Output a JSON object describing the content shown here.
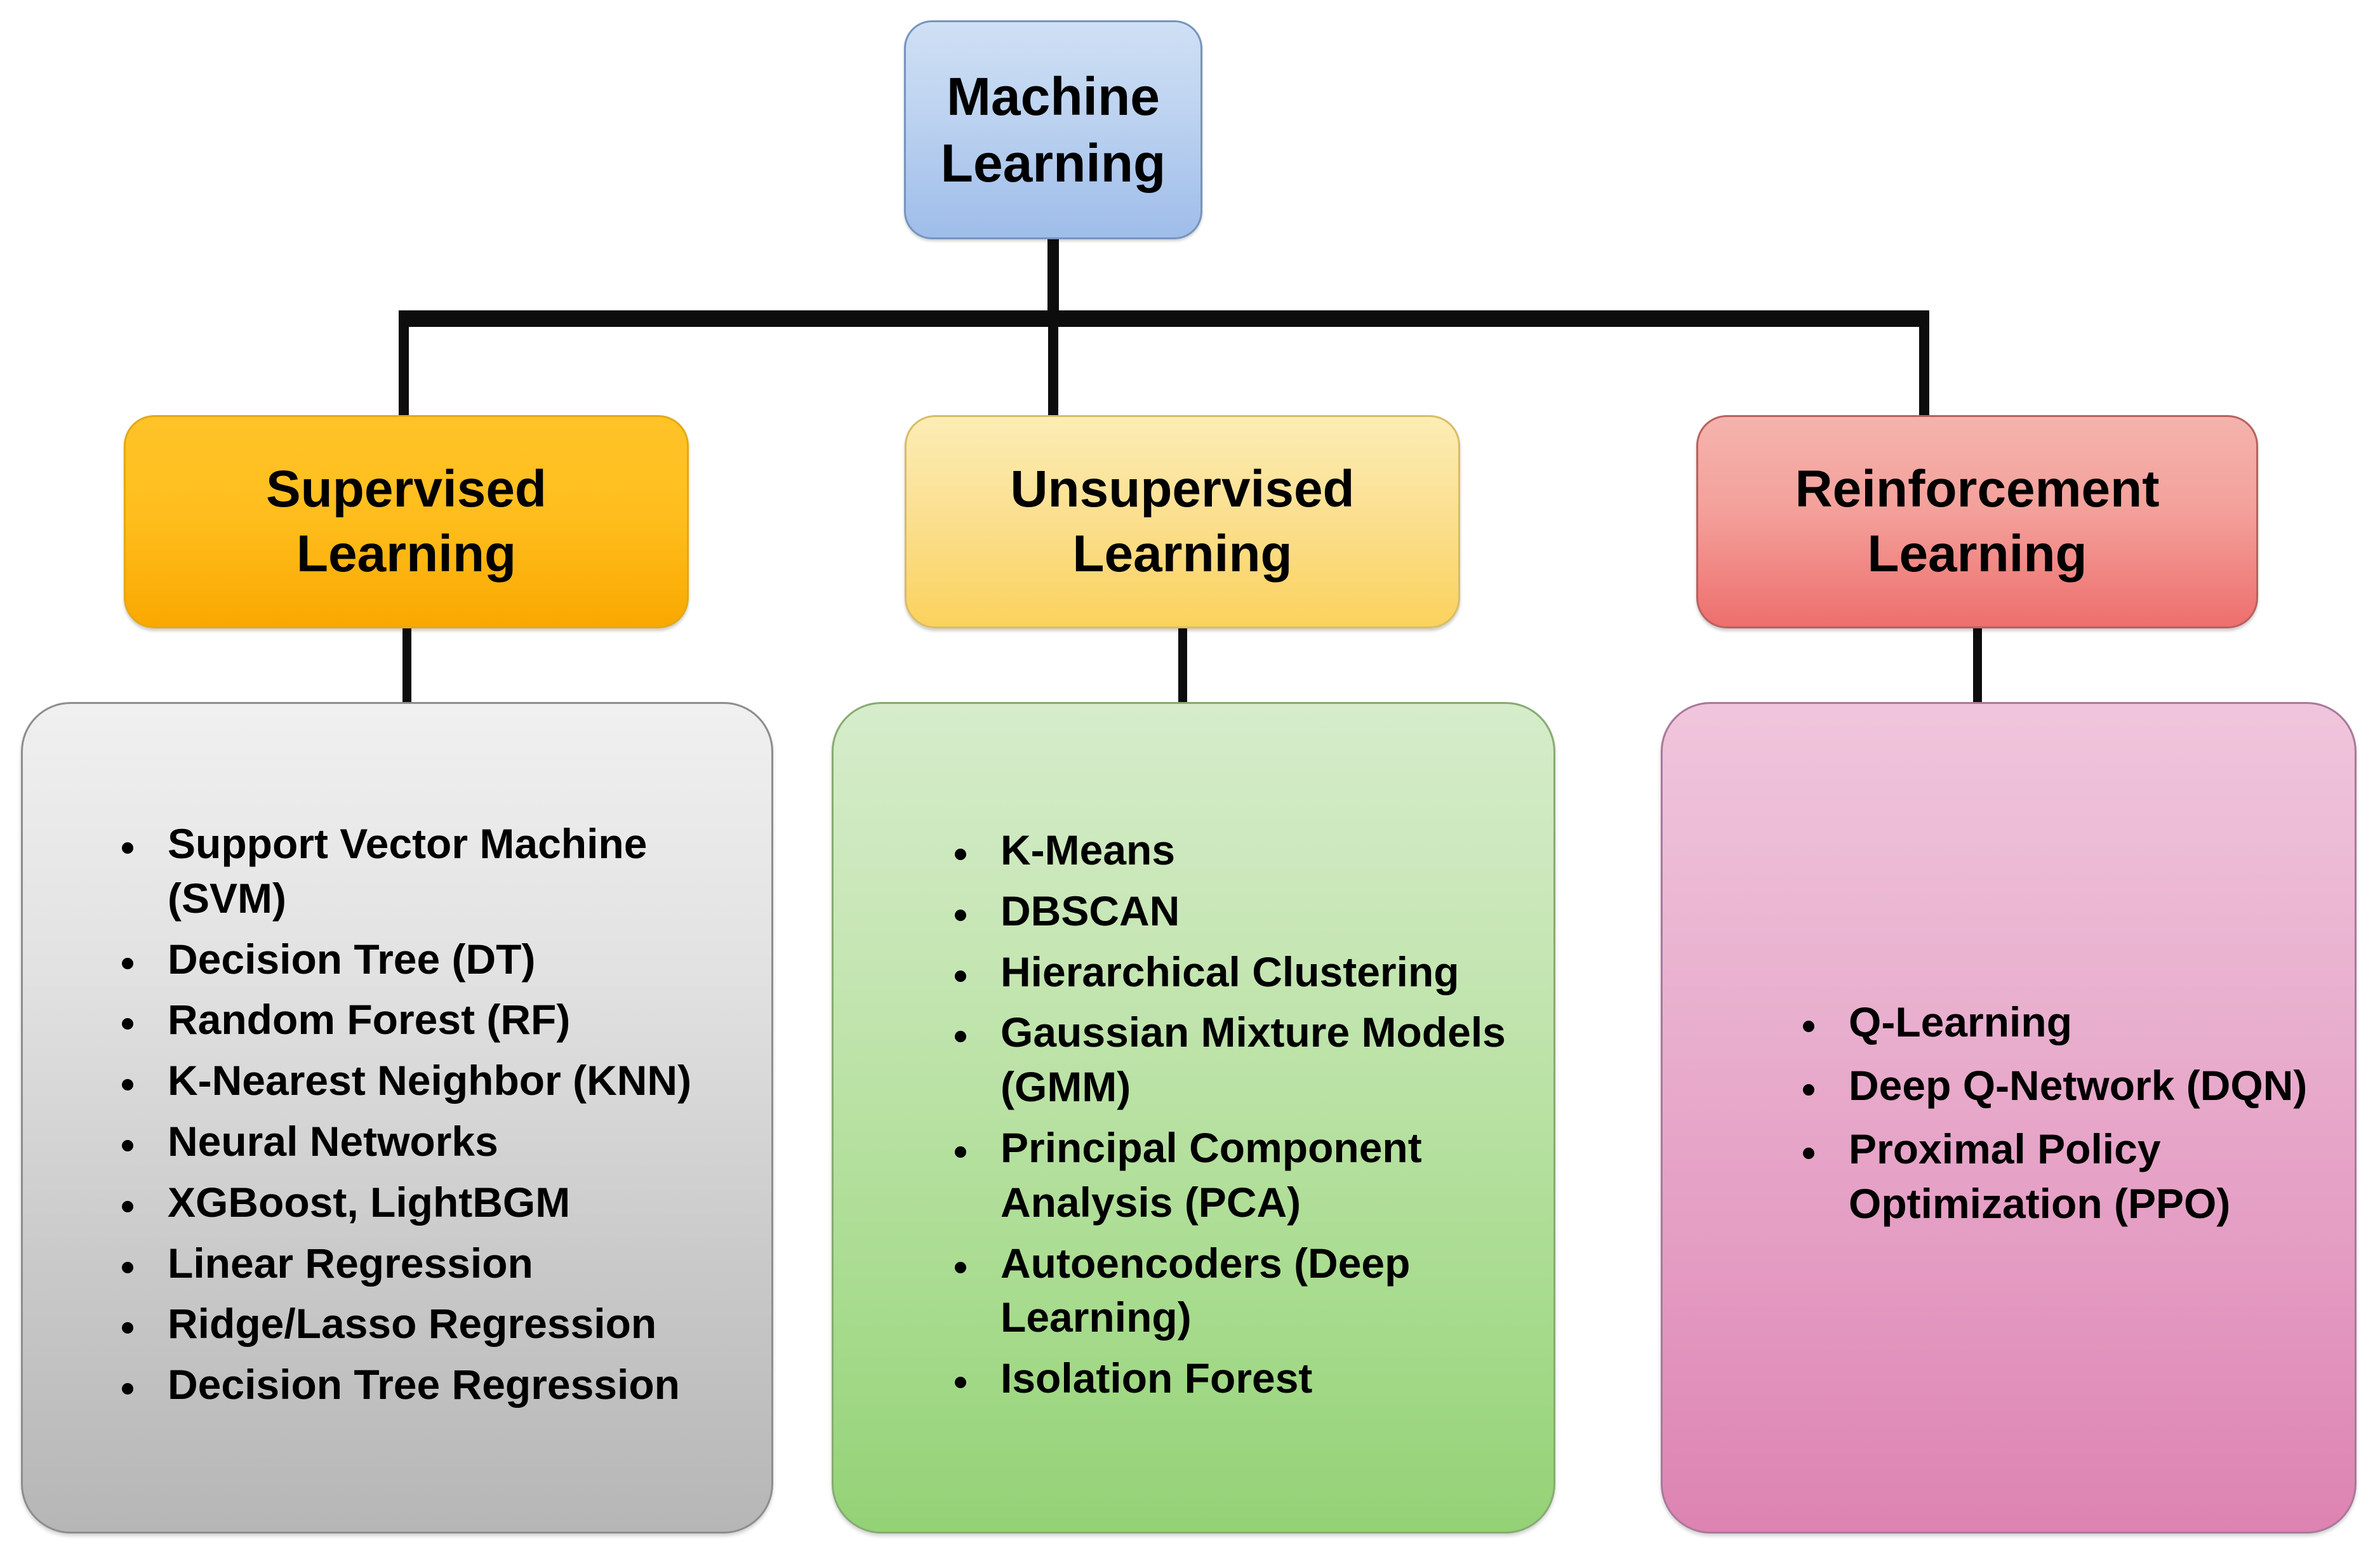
{
  "diagram": {
    "title": "Machine Learning taxonomy",
    "root": {
      "label": "Machine\nLearning",
      "color": "#bdd3f0"
    },
    "branches": [
      {
        "id": "supervised",
        "header_label": "Supervised\nLearning",
        "header_color": "#ffbe1d",
        "panel_color": "#c9c9c9",
        "items": [
          "Support Vector Machine (SVM)",
          "Decision Tree (DT)",
          "Random Forest (RF)",
          "K-Nearest Neighbor (KNN)",
          "Neural Networks",
          "XGBoost, LightBGM",
          "Linear Regression",
          "Ridge/Lasso Regression",
          "Decision Tree Regression"
        ]
      },
      {
        "id": "unsupervised",
        "header_label": "Unsupervised\nLearning",
        "header_color": "#fbe092",
        "panel_color": "#a9dc90",
        "items": [
          "K-Means",
          "DBSCAN",
          "Hierarchical Clustering",
          "Gaussian Mixture Models (GMM)",
          "Principal Component Analysis (PCA)",
          "Autoencoders (Deep Learning)",
          "Isolation Forest"
        ]
      },
      {
        "id": "reinforcement",
        "header_label": "Reinforcement\nLearning",
        "header_color": "#f4a09a",
        "panel_color": "#e49bc2",
        "items": [
          "Q-Learning",
          "Deep Q-Network (DQN)",
          "Proximal Policy Optimization (PPO)"
        ]
      }
    ]
  }
}
